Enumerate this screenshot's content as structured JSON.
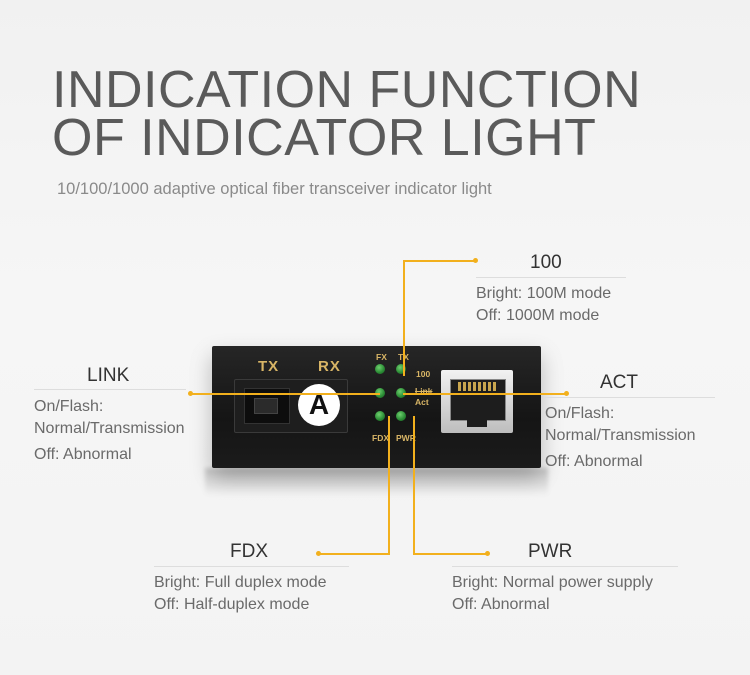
{
  "header": {
    "title_line1": "INDICATION FUNCTION",
    "title_line2": "OF INDICATOR LIGHT",
    "subtitle": "10/100/1000 adaptive optical fiber transceiver indicator light"
  },
  "device": {
    "port_tx": "TX",
    "port_rx": "RX",
    "badge": "A",
    "led_label_fx": "FX",
    "led_label_tx": "TX",
    "led_label_100": "100",
    "led_label_link": "Link",
    "led_label_act": "Act",
    "led_label_fdx": "FDX",
    "led_label_pwr": "PWR"
  },
  "labels": {
    "l100": {
      "title": "100",
      "lines": [
        "Bright: 100M mode",
        "Off: 1000M mode"
      ]
    },
    "link": {
      "title": "LINK",
      "lines": [
        "On/Flash:",
        "Normal/Transmission",
        "Off: Abnormal"
      ]
    },
    "act": {
      "title": "ACT",
      "lines": [
        "On/Flash:",
        "Normal/Transmission",
        "Off: Abnormal"
      ]
    },
    "fdx": {
      "title": "FDX",
      "lines": [
        "Bright: Full duplex mode",
        "Off: Half-duplex mode"
      ]
    },
    "pwr": {
      "title": "PWR",
      "lines": [
        "Bright: Normal power supply",
        "Off: Abnormal"
      ]
    }
  },
  "colors": {
    "leader_line": "#f2b01d",
    "led_green": "#2d8f37",
    "device_body": "#1b1b1b",
    "device_text": "#d8b566"
  }
}
